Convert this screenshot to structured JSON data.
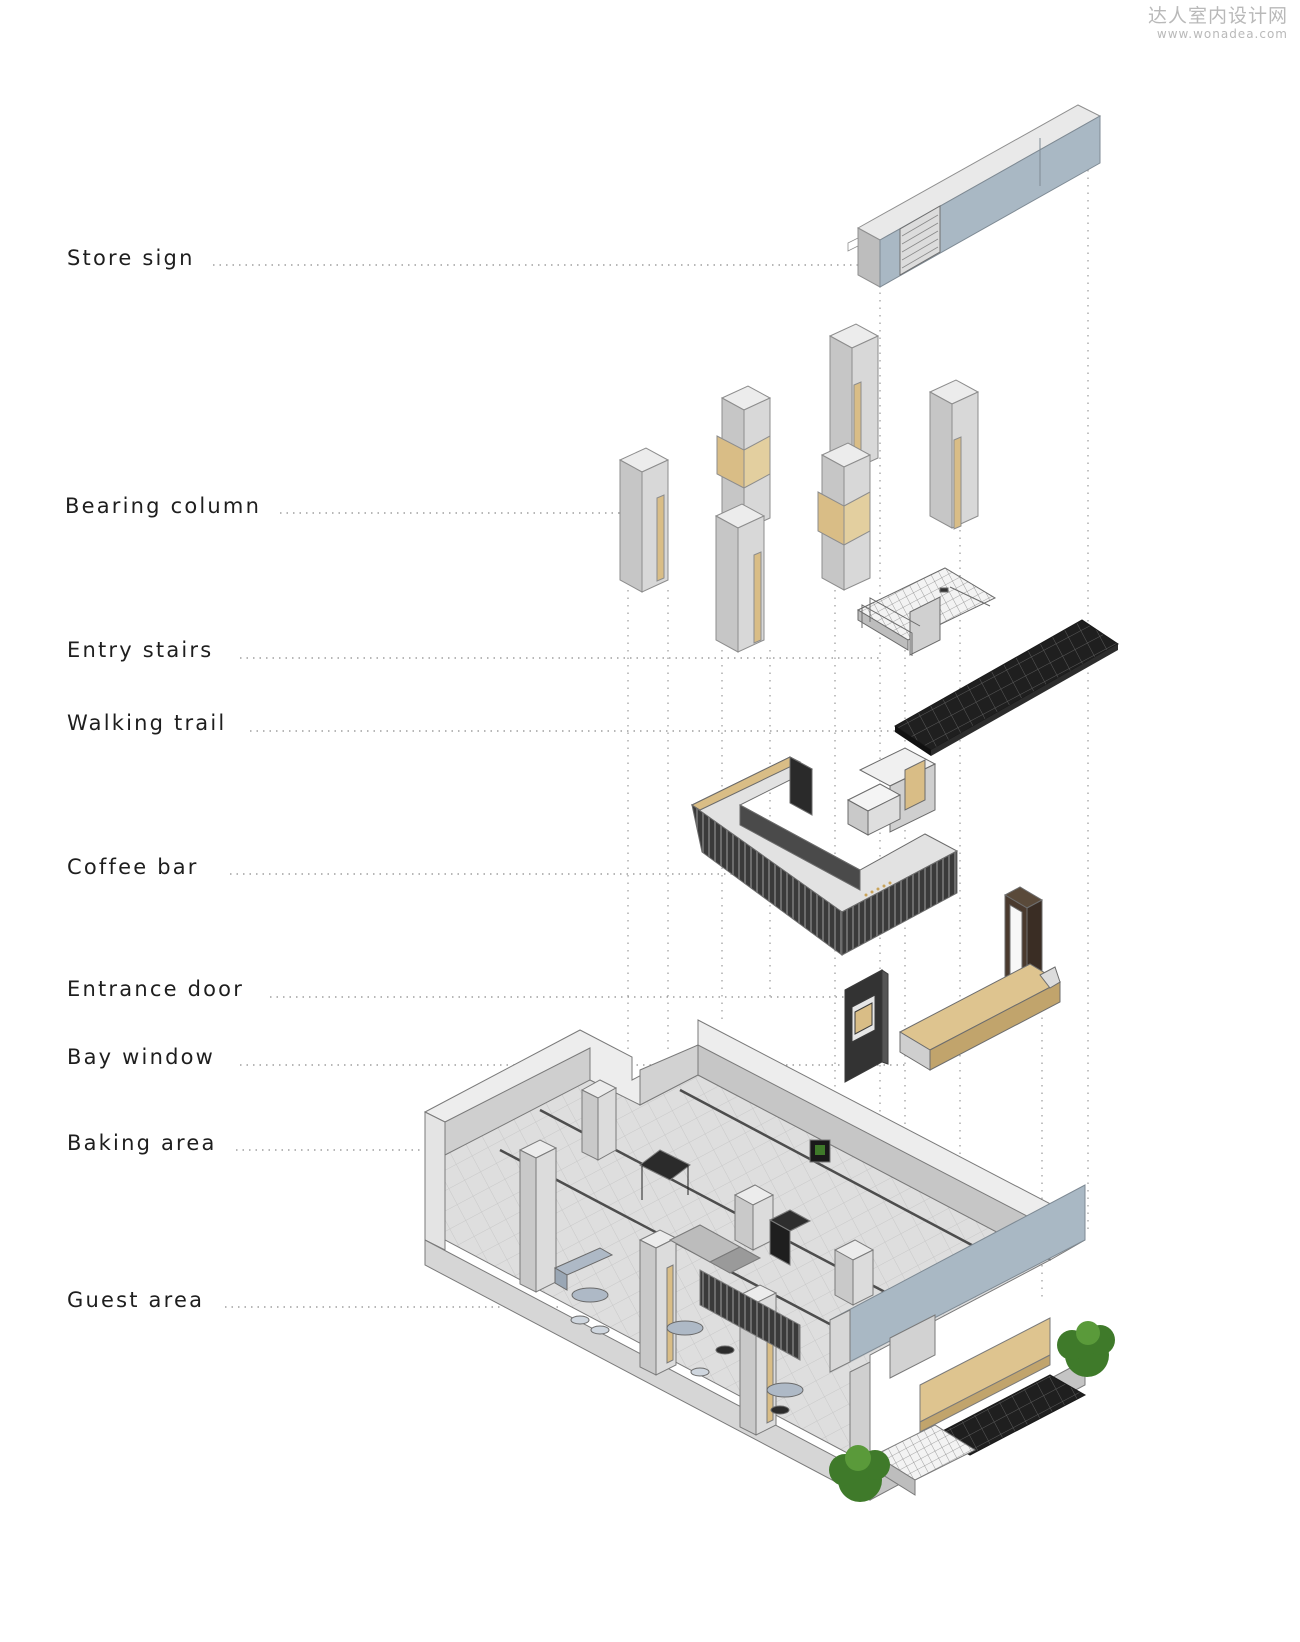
{
  "watermark": {
    "title": "达人室内设计网",
    "url": "www.wonadea.com"
  },
  "labels": [
    {
      "id": "store-sign",
      "text": "Store sign"
    },
    {
      "id": "bearing-column",
      "text": "Bearing column"
    },
    {
      "id": "entry-stairs",
      "text": "Entry stairs"
    },
    {
      "id": "walking-trail",
      "text": "Walking trail"
    },
    {
      "id": "coffee-bar",
      "text": "Coffee bar"
    },
    {
      "id": "entrance-door",
      "text": "Entrance door"
    },
    {
      "id": "bay-window",
      "text": "Bay window"
    },
    {
      "id": "baking-area",
      "text": "Baking area"
    },
    {
      "id": "guest-area",
      "text": "Guest area"
    }
  ],
  "colors": {
    "concrete": "#cfcfcf",
    "wood": "#d9bd86",
    "dark": "#2b2b2b",
    "glass": "#a9b8c4",
    "plant": "#3f7a2a"
  }
}
